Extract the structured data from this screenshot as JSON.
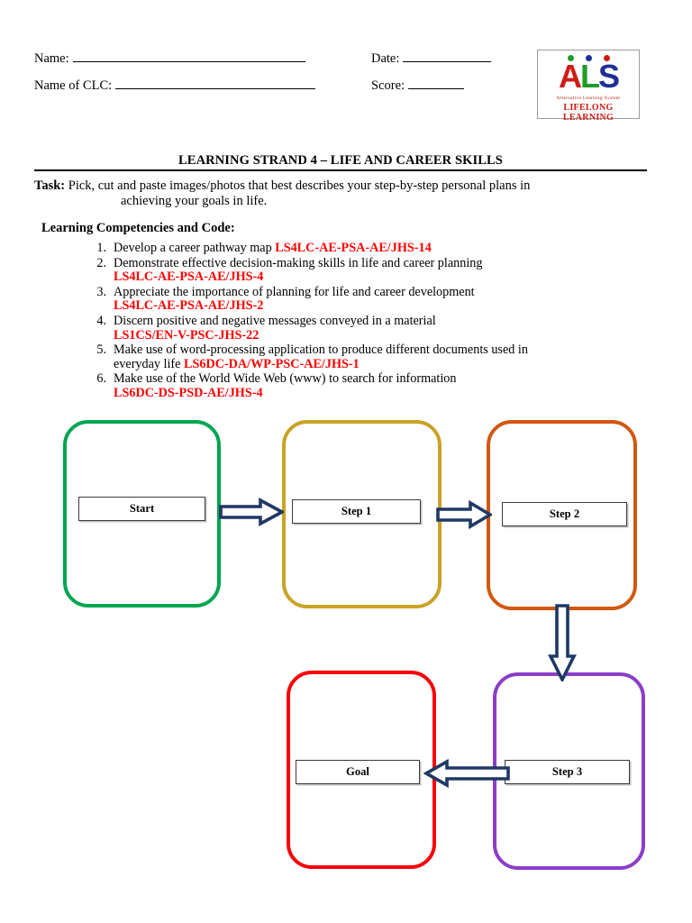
{
  "header": {
    "name_label": "Name:",
    "clc_label": "Name of CLC:",
    "date_label": "Date:",
    "score_label": "Score:"
  },
  "logo": {
    "letter_a": "A",
    "letter_l": "L",
    "letter_s": "S",
    "subtitle": "Alternative Learning System",
    "tagline": "LIFELONG LEARNING",
    "colors": {
      "red": "#cf1b14",
      "green": "#1f9c29",
      "blue": "#1f2f96"
    }
  },
  "strand": {
    "title": "LEARNING STRAND 4 – LIFE AND CAREER SKILLS"
  },
  "task": {
    "label": "Task:",
    "line1": "Pick, cut and paste images/photos that best describes your step-by-step personal plans in",
    "line2": "achieving your goals in life."
  },
  "competencies": {
    "heading": "Learning Competencies and Code:",
    "code_color": "#ff0000",
    "items": [
      {
        "num": "1.",
        "text": "Develop a career pathway map ",
        "code": "LS4LC-AE-PSA-AE/JHS-14",
        "code_on_new_line": false
      },
      {
        "num": "2.",
        "text": "Demonstrate effective decision-making skills in life and career planning",
        "code": "LS4LC-AE-PSA-AE/JHS-4",
        "code_on_new_line": true
      },
      {
        "num": "3.",
        "text": "Appreciate the importance of planning for life and career development",
        "code": "LS4LC-AE-PSA-AE/JHS-2",
        "code_on_new_line": true
      },
      {
        "num": "4.",
        "text": "Discern positive and negative messages conveyed in a material",
        "code": "LS1CS/EN-V-PSC-JHS-22",
        "code_on_new_line": true
      },
      {
        "num": "5.",
        "text": "Make use of word-processing application to produce different documents used in everyday life ",
        "code": "LS6DC-DA/WP-PSC-AE/JHS-1",
        "code_on_new_line": false
      },
      {
        "num": "6.",
        "text": "Make use of the World Wide Web (www) to search for information",
        "code": "LS6DC-DS-PSD-AE/JHS-4",
        "code_on_new_line": true
      }
    ]
  },
  "flowchart": {
    "arrow_color": "#1f3864",
    "nodes": [
      {
        "id": "start",
        "label": "Start",
        "color": "#00a550"
      },
      {
        "id": "step1",
        "label": "Step 1",
        "color": "#c9a227"
      },
      {
        "id": "step2",
        "label": "Step 2",
        "color": "#d2570f"
      },
      {
        "id": "step3",
        "label": "Step 3",
        "color": "#8b3dc8"
      },
      {
        "id": "goal",
        "label": "Goal",
        "color": "#fb0007"
      }
    ],
    "connectors": [
      {
        "from": "start",
        "to": "step1",
        "direction": "right"
      },
      {
        "from": "step1",
        "to": "step2",
        "direction": "right"
      },
      {
        "from": "step2",
        "to": "step3",
        "direction": "down"
      },
      {
        "from": "step3",
        "to": "goal",
        "direction": "left"
      }
    ]
  }
}
